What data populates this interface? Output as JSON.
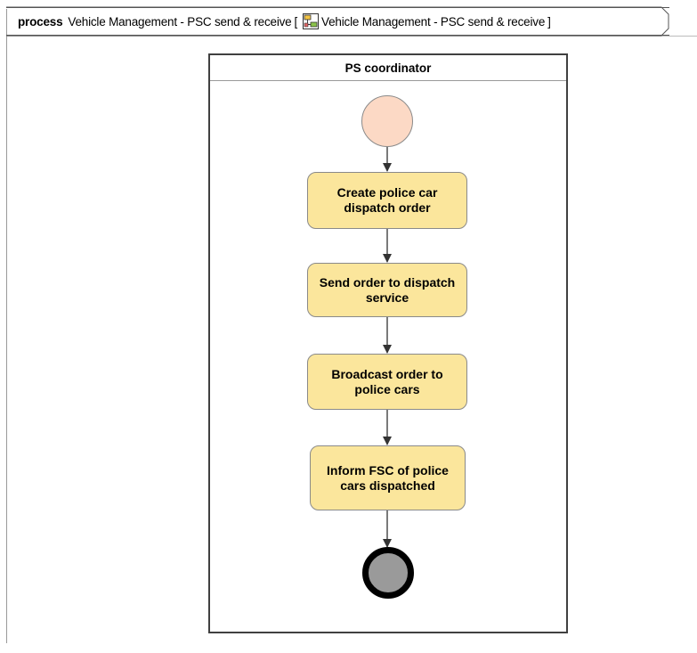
{
  "frame": {
    "keyword": "process",
    "title": "Vehicle Management - PSC send & receive",
    "open_bracket": "[",
    "diagram_ref": "Vehicle Management - PSC send & receive",
    "close_bracket": "]"
  },
  "lane": {
    "title": "PS coordinator"
  },
  "actions": [
    "Create police car dispatch order",
    "Send order to dispatch service",
    "Broadcast order to police cars",
    "Inform FSC of police cars dispatched"
  ]
}
